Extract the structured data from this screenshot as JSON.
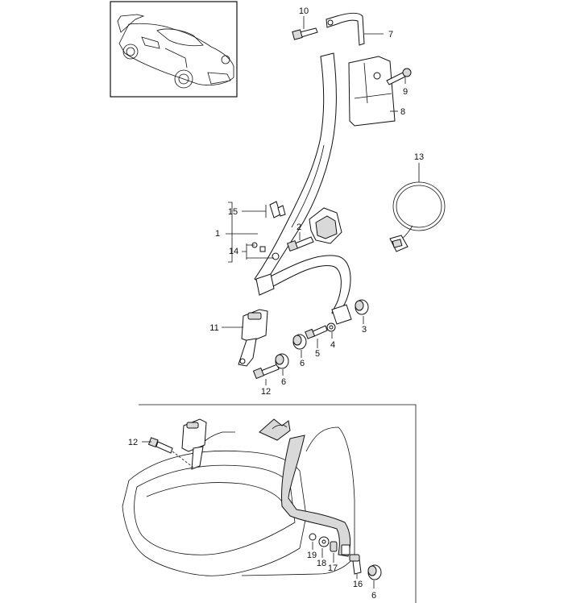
{
  "diagram": {
    "callouts": [
      {
        "id": "c10",
        "text": "10"
      },
      {
        "id": "c7",
        "text": "7"
      },
      {
        "id": "c9",
        "text": "9"
      },
      {
        "id": "c8",
        "text": "8"
      },
      {
        "id": "c13",
        "text": "13"
      },
      {
        "id": "c15",
        "text": "15"
      },
      {
        "id": "c1",
        "text": "1"
      },
      {
        "id": "c2",
        "text": "2"
      },
      {
        "id": "c14",
        "text": "14"
      },
      {
        "id": "c11",
        "text": "11"
      },
      {
        "id": "c3",
        "text": "3"
      },
      {
        "id": "c4",
        "text": "4"
      },
      {
        "id": "c5",
        "text": "5"
      },
      {
        "id": "c6a",
        "text": "6"
      },
      {
        "id": "c6b",
        "text": "6"
      },
      {
        "id": "c12a",
        "text": "12"
      },
      {
        "id": "c12b",
        "text": "12"
      },
      {
        "id": "c19",
        "text": "19"
      },
      {
        "id": "c18",
        "text": "18"
      },
      {
        "id": "c17",
        "text": "17"
      },
      {
        "id": "c16",
        "text": "16"
      },
      {
        "id": "c6c",
        "text": "6"
      }
    ]
  }
}
